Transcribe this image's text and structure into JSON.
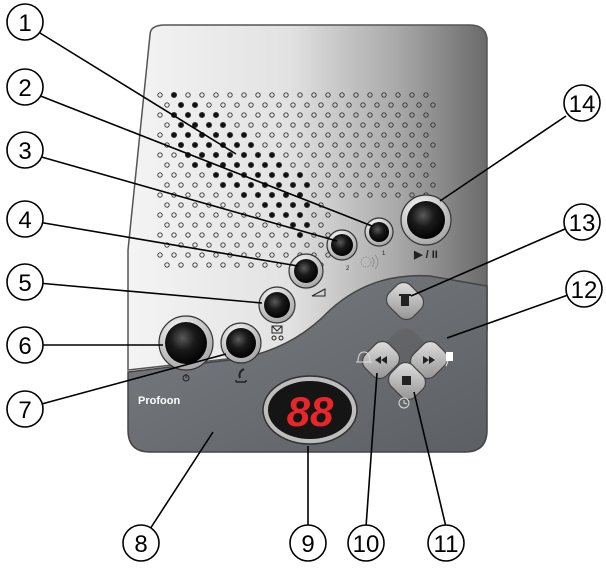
{
  "device": {
    "brand": "Profoon",
    "display_value": "88",
    "colors": {
      "body_top_light": "#f2f2f2",
      "body_top_dark": "#6e6e6e",
      "body_bottom": "#6b6e72",
      "display_red": "#e8262a",
      "button_black": "#111111"
    },
    "labels": {
      "play_pause": "▶ / II",
      "memory_1": "1",
      "memory_2": "2"
    },
    "icons": {
      "delete": "trash-icon",
      "rewind": "rewind-icon",
      "forward": "fast-forward-icon",
      "stop": "stop-icon",
      "power": "power-icon",
      "handset": "handset-icon",
      "tape": "message-tape-icon",
      "volume": "volume-ramp-icon",
      "speaker": "speaker-icon",
      "bell": "bell-icon",
      "clock": "clock-icon"
    }
  },
  "callouts": [
    "1",
    "2",
    "3",
    "4",
    "5",
    "6",
    "7",
    "8",
    "9",
    "10",
    "11",
    "12",
    "13",
    "14"
  ]
}
